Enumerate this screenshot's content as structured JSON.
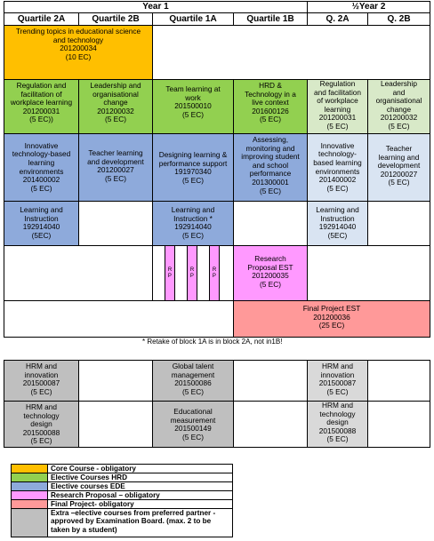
{
  "header": {
    "year1": "Year 1",
    "year2": "½Year 2",
    "q2a": "Quartile 2A",
    "q2b": "Quartile 2B",
    "q1a": "Quartile 1A",
    "q1b": "Quartile 1B",
    "y2a": "Q. 2A",
    "y2b": "Q. 2B"
  },
  "courses": {
    "trending": "Trending topics in educational science\nand technology\n201200034\n(10 EC)",
    "reg1": "Regulation and\nfacilitation of\nworkplace learning\n201200031\n(5 EC))",
    "lead1": "Leadership and\norganisational\nchange\n201200032\n(5 EC)",
    "team": "Team learning at\nwork\n201500010\n(5 EC)",
    "hrdtech": "HRD &\nTechnology in a\nlive context\n201600126\n(5 EC)",
    "reg2": "Regulation\nand facilitation\nof workplace\nlearning\n201200031\n(5 EC)",
    "lead2": "Leadership\nand\norganisational\nchange\n201200032\n(5 EC)",
    "innov1": "Innovative\ntechnology-based\nlearning\nenvironments\n201400002\n(5 EC)",
    "teacher1": "Teacher learning\nand development\n201200027\n(5 EC)",
    "designing": "Designing learning &\nperformance support\n191970340\n(5 EC)",
    "assessing": "Assessing,\nmonitoring and\nimproving student\nand school\nperformance\n201300001\n(5 EC)",
    "innov2": "Innovative\ntechnology-\nbased learning\nenvironments\n201400002\n(5 EC)",
    "teacher2": "Teacher\nlearning and\ndevelopment\n201200027\n(5 EC)",
    "li1": "Learning and\nInstruction\n192914040\n(5EC)",
    "li2": "Learning and\nInstruction  *\n192914040\n(5 EC)",
    "li3": "Learning and\nInstruction\n192914040\n(5EC)",
    "research": "Research\nProposal EST\n201200035\n(5 EC)",
    "finalproj": "Final Project EST\n201200036\n(25 EC)",
    "rp_mini": "R\nP"
  },
  "note": "* Retake of block 1A is in block 2A, not in1B!",
  "electives": {
    "hrm1": "HRM and\ninnovation\n201500087\n(5 EC)",
    "global": "Global talent\nmanagement\n201500086\n(5 EC)",
    "hrm2": "HRM and\ninnovation\n201500087\n(5 EC)",
    "hrmtd1": "HRM and\ntechnology\ndesign\n201500088\n(5 EC)",
    "edmeas": "Educational\nmeasurement\n201500149\n(5 EC)",
    "hrmtd2": "HRM and\ntechnology\ndesign\n201500088\n(5 EC)"
  },
  "legend": [
    {
      "label": "Core Course - obligatory",
      "color": "#ffbf00"
    },
    {
      "label": "Elective Courses HRD",
      "color": "#92d050"
    },
    {
      "label": "Elective courses EDE",
      "color": "#8eaadb"
    },
    {
      "label": "Research Proposal – obligatory",
      "color": "#ff99ff"
    },
    {
      "label": "Final Project- obligatory",
      "color": "#ff9999"
    },
    {
      "label": "Extra –elective courses from preferred partner -\napproved by Examination Board. (max. 2 to be\ntaken by a student)",
      "color": "#bfbfbf"
    }
  ]
}
